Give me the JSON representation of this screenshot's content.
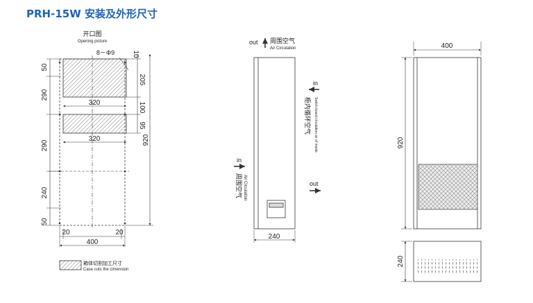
{
  "title": "PRH-15W 安装及外形尺寸",
  "colors": {
    "title": "#1d63b6",
    "line": "#333333",
    "hatch": "#777777",
    "grille": "#999999"
  },
  "opening": {
    "label_cn": "开口图",
    "label_en": "Opening picture",
    "holes": "8－Φ9",
    "dims": {
      "top_margin": "50",
      "upper_height": "290",
      "mid_height": "290",
      "low_height": "240",
      "bottom_margin": "50",
      "cut_width_upper": "320",
      "cut_width_lower": "320",
      "right_top": "10",
      "right_upper": "205",
      "right_gap": "100",
      "right_lower": "95",
      "total_height": "920",
      "edge_left": "20",
      "edge_right": "20",
      "total_width": "400"
    },
    "legend_cn": "箱体切割加工尺寸",
    "legend_en": "Case cuts the cimension"
  },
  "side": {
    "out_top": "out",
    "ambient_cn": "周围空气",
    "ambient_en": "Air Circulation",
    "in_right": "in",
    "cabinet_cn": "柜内循环空气",
    "cabinet_en": "Switch board circulation air of inside",
    "in_left": "in",
    "ambient_cn2": "周围空气",
    "ambient_en2": "Air Circulation",
    "out_right": "out",
    "depth": "240"
  },
  "front": {
    "width": "400",
    "height": "920"
  },
  "bottom": {
    "depth": "240"
  }
}
